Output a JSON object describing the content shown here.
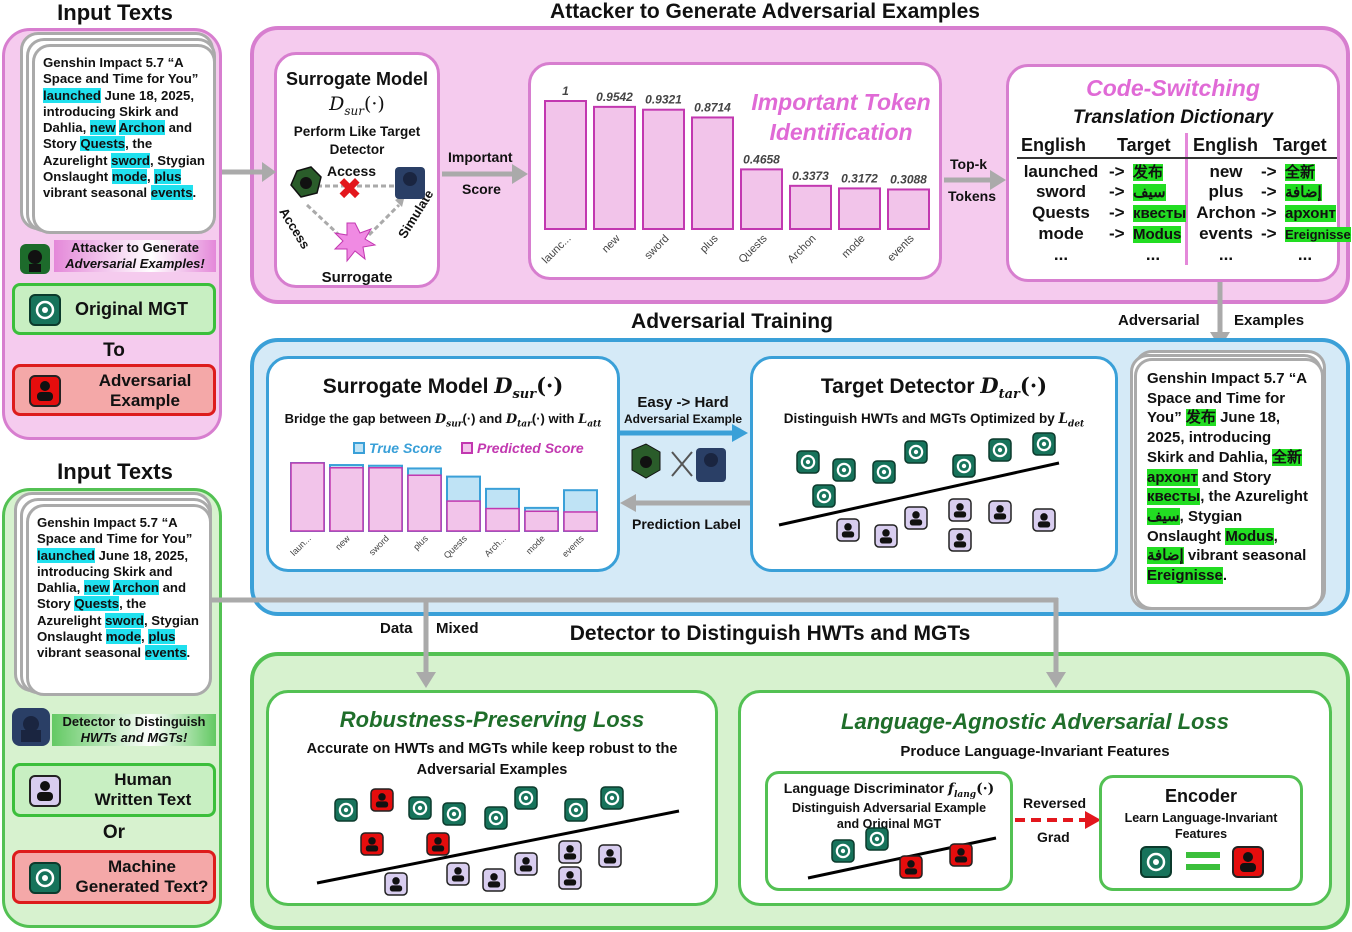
{
  "input_texts_title_1": "Input Texts",
  "input_texts_title_2": "Input Texts",
  "attacker_title": "Attacker to Generate Adversarial Examples",
  "adv_training_title": "Adversarial Training",
  "detector_title": "Detector to Distinguish HWTs and MGTs",
  "sample_text": {
    "p1": "Genshin Impact 5.7 “A Space and Time for You” ",
    "launched": "launched",
    "p2": " June 18, 2025, introducing Skirk and Dahlia, ",
    "new": "new",
    "archon": "Archon",
    "p3": " and Story ",
    "quests": "Quests",
    "p4": ", the Azurelight ",
    "sword": "sword",
    "p5": ", Stygian Onslaught ",
    "mode": "mode",
    "p6": ", ",
    "plus": "plus",
    "p7": " vibrant seasonal ",
    "events": "events",
    "p8": "."
  },
  "left_top": {
    "attacker_label_1": "Attacker to Generate",
    "attacker_label_2": "Adversarial Examples!",
    "original_mgt": "Original MGT",
    "to": "To",
    "adv_example_1": "Adversarial",
    "adv_example_2": "Example"
  },
  "left_bottom": {
    "detector_label_1": "Detector to Distinguish",
    "detector_label_2": "HWTs and MGTs!",
    "human_1": "Human",
    "human_2": "Written Text",
    "or": "Or",
    "machine_1": "Machine",
    "machine_2": "Generated Text?"
  },
  "surrogate": {
    "title": "Surrogate Model",
    "formula": "D",
    "formula_sub": "sur",
    "formula_tail": "(·)",
    "line1": "Perform Like Target",
    "line2": "Detector",
    "access_top": "Access",
    "access_left": "Access",
    "simulate": "Simulate",
    "surrogate": "Surrogate"
  },
  "arrows": {
    "important_1": "Important",
    "important_2": "Score",
    "topk_1": "Top-k",
    "topk_2": "Tokens",
    "adversarial": "Adversarial",
    "examples": "Examples",
    "easy_hard_1": "Easy -> Hard",
    "easy_hard_2": "Adversarial Example",
    "prediction_label": "Prediction Label",
    "data": "Data",
    "mixed": "Mixed",
    "reversed": "Reversed",
    "grad": "Grad"
  },
  "important_token": {
    "title_1": "Important Token",
    "title_2": "Identification"
  },
  "chart_data": [
    {
      "type": "bar",
      "categories": [
        "launc...",
        "new",
        "sword",
        "plus",
        "Quests",
        "Archon",
        "mode",
        "events"
      ],
      "values": [
        1,
        0.9542,
        0.9321,
        0.8714,
        0.4658,
        0.3373,
        0.3172,
        0.3088
      ],
      "labels": [
        "1",
        "0.9542",
        "0.9321",
        "0.8714",
        "0.4658",
        "0.3373",
        "0.3172",
        "0.3088"
      ],
      "ylim": [
        0,
        1
      ],
      "color": "#f2c4ea",
      "edge": "#c238b0"
    },
    {
      "type": "bar",
      "categories": [
        "laun...",
        "new",
        "sword",
        "plus",
        "Quests",
        "Arch...",
        "mode",
        "events"
      ],
      "series": [
        {
          "name": "True Score",
          "values": [
            1,
            0.97,
            0.96,
            0.92,
            0.8,
            0.62,
            0.34,
            0.6
          ],
          "color": "#bfe3f5",
          "edge": "#3aa0d8"
        },
        {
          "name": "Predicted Score",
          "values": [
            1,
            0.93,
            0.93,
            0.82,
            0.44,
            0.33,
            0.29,
            0.28
          ],
          "color": "#f2c4ea",
          "edge": "#c238b0"
        }
      ],
      "ylim": [
        0,
        1
      ]
    }
  ],
  "code_switching": {
    "title": "Code-Switching",
    "subtitle": "Translation Dictionary",
    "h_english": "English",
    "h_target": "Target",
    "left_rows": [
      {
        "en": "launched",
        "arrow": "->",
        "tg": "发布"
      },
      {
        "en": "sword",
        "arrow": "->",
        "tg": "سيف"
      },
      {
        "en": "Quests",
        "arrow": "->",
        "tg": "квесты"
      },
      {
        "en": "mode",
        "arrow": "->",
        "tg": "Modus"
      },
      {
        "en": "...",
        "arrow": "",
        "tg": "..."
      }
    ],
    "right_rows": [
      {
        "en": "new",
        "arrow": "->",
        "tg": "全新"
      },
      {
        "en": "plus",
        "arrow": "->",
        "tg": "إضافة"
      },
      {
        "en": "Archon",
        "arrow": "->",
        "tg": "архонт"
      },
      {
        "en": "events",
        "arrow": "->",
        "tg": "Ereignisse"
      },
      {
        "en": "...",
        "arrow": "",
        "tg": "..."
      }
    ]
  },
  "adv_text": {
    "p1": "Genshin Impact 5.7 “A Space and Time for You” ",
    "t1": "发布",
    "p2": " June 18, 2025, introducing Skirk and Dahlia, ",
    "t2": "全新",
    "p2b": " ",
    "t3": "архонт",
    "p3": " and Story ",
    "t4": "квесты",
    "p4": ", the Azurelight ",
    "t5": "سيف",
    "p5": ", Stygian Onslaught ",
    "t6": "Modus",
    "p6": ", ",
    "t7": "إضافة",
    "p7": " vibrant seasonal ",
    "t8": "Ereignisse",
    "p8": "."
  },
  "sur_model2": {
    "title": "Surrogate Model ",
    "D": "D",
    "sub": "sur",
    "tail": "(·)",
    "line_a": "Bridge the gap between ",
    "line_b": " and ",
    "line_c": " with ",
    "L": "L",
    "L_sub": "att",
    "D_tar": "D",
    "D_tar_sub": "tar"
  },
  "target_detector": {
    "title": "Target Detector ",
    "D": "D",
    "sub": "tar",
    "tail": "(·)",
    "line": "Distinguish HWTs and MGTs Optimized by ",
    "L": "L",
    "L_sub": "det"
  },
  "robust": {
    "title": "Robustness-Preserving Loss",
    "line1": "Accurate on HWTs and MGTs while keep robust to the",
    "line2": "Adversarial Examples"
  },
  "lang_agnostic": {
    "title": "Language-Agnostic Adversarial Loss",
    "subtitle": "Produce Language-Invariant Features",
    "disc_title": "Language Discriminator ",
    "disc_f": "f",
    "disc_sub": "lang",
    "disc_tail": "(·)",
    "disc_line1": "Distinguish Adversarial Example",
    "disc_line2": "and Original MGT",
    "enc_title": "Encoder",
    "enc_line1": "Learn Language-Invariant",
    "enc_line2": "Features"
  }
}
